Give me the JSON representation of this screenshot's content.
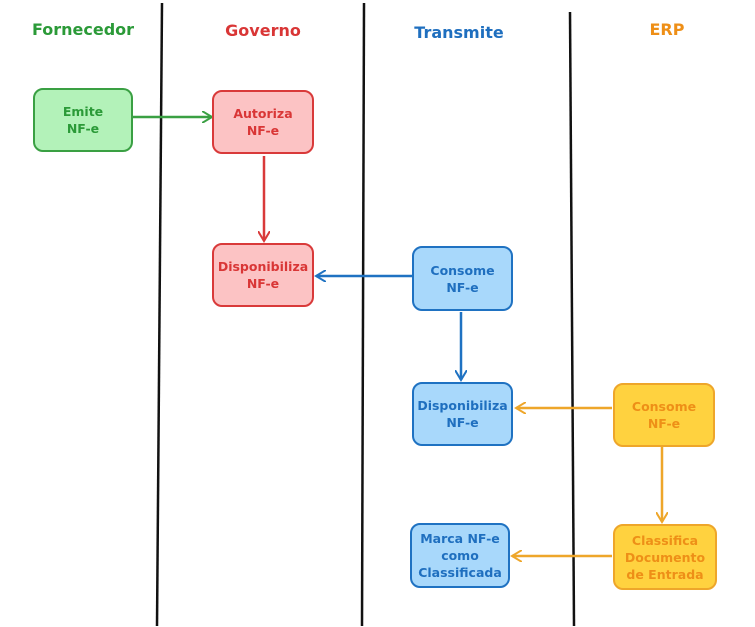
{
  "lanes": {
    "fornecedor": "Fornecedor",
    "governo": "Governo",
    "transmite": "Transmite",
    "erp": "ERP"
  },
  "nodes": {
    "emite": "Emite\nNF-e",
    "autoriza": "Autoriza\nNF-e",
    "gov_disponibiliza": "Disponibiliza\nNF-e",
    "tr_consome": "Consome\nNF-e",
    "tr_disponibiliza": "Disponibiliza\nNF-e",
    "marca": "Marca NF-e\ncomo\nClassificada",
    "erp_consome": "Consome\nNF-e",
    "classifica": "Classifica\nDocumento\nde Entrada"
  },
  "colors": {
    "fornecedor": "#2b9a38",
    "governo": "#d93636",
    "transmite": "#1f6fbf",
    "erp": "#ee8f17",
    "divider": "#111111"
  }
}
